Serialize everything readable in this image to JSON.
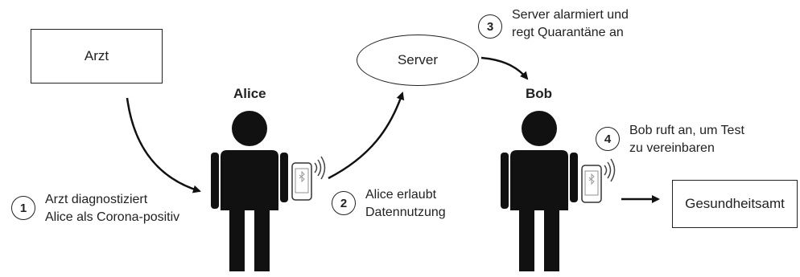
{
  "nodes": {
    "arzt": "Arzt",
    "server": "Server",
    "gesundheitsamt": "Gesundheitsamt"
  },
  "persons": {
    "alice": "Alice",
    "bob": "Bob"
  },
  "steps": [
    {
      "number": "1",
      "line1": "Arzt diagnostiziert",
      "line2": "Alice als Corona-positiv"
    },
    {
      "number": "2",
      "line1": "Alice erlaubt",
      "line2": "Datennutzung"
    },
    {
      "number": "3",
      "line1": "Server alarmiert und",
      "line2": "regt Quarantäne an"
    },
    {
      "number": "4",
      "line1": "Bob ruft an, um Test",
      "line2": "zu vereinbaren"
    }
  ],
  "icons": {
    "person": "person-icon",
    "phone": "smartphone-bluetooth-icon"
  }
}
